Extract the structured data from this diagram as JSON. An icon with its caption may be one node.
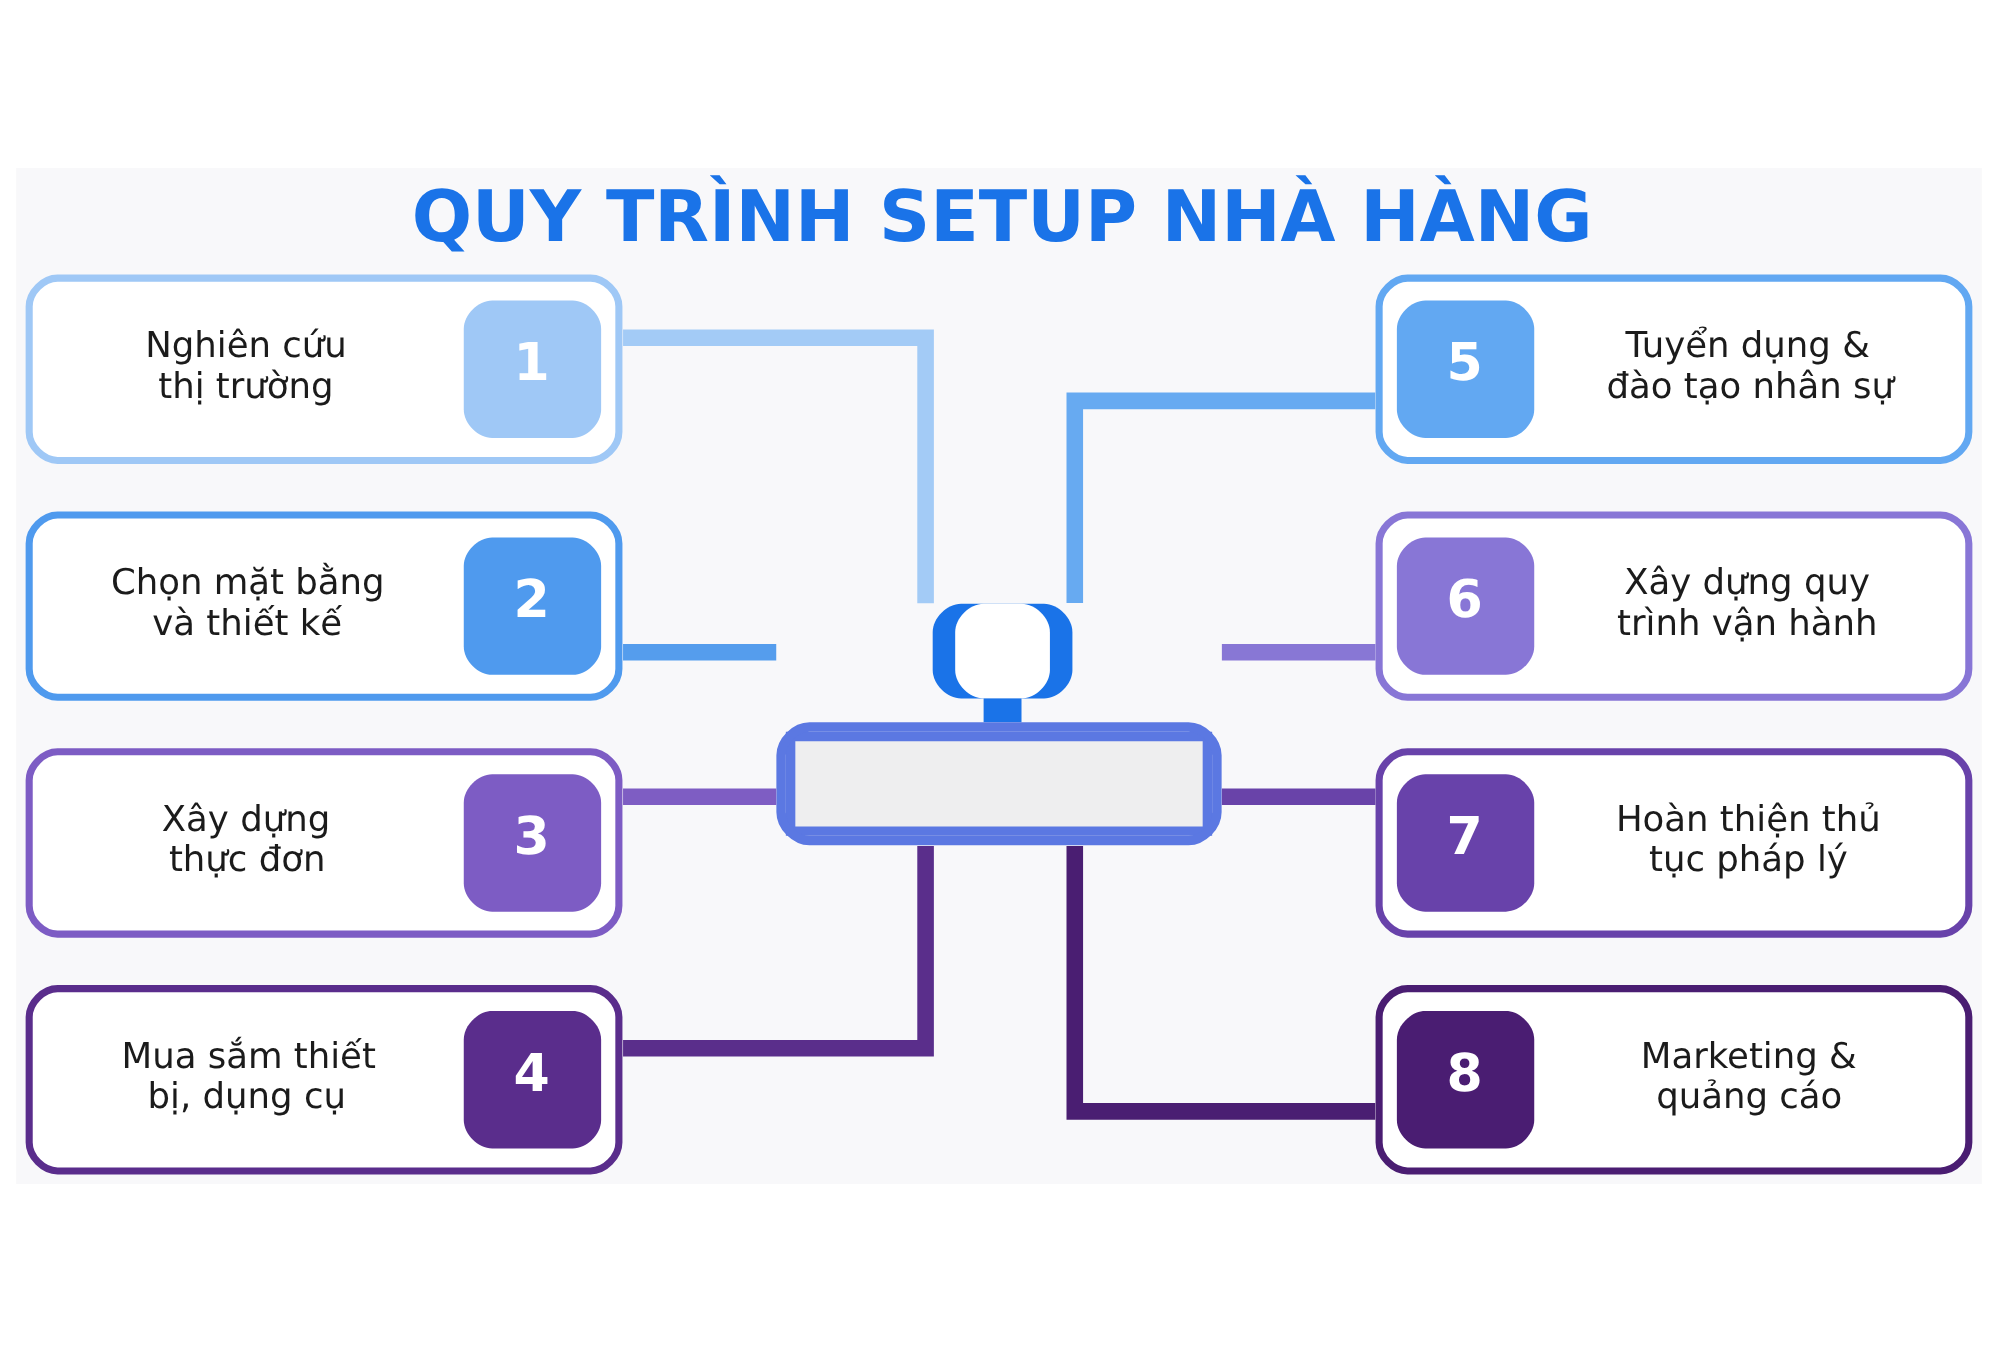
{
  "diagram": {
    "title": "QUY TRÌNH SETUP NHÀ HÀNG",
    "nodes": [
      {
        "text": [
          "Nghiên cứu thị trường",
          "1"
        ]
      },
      {
        "text": [
          "Chọn mặt bằng và thiết kế",
          "2"
        ]
      },
      {
        "text": [
          "Xây dựng thực đơn",
          "3"
        ]
      },
      {
        "text": [
          "Mua sắm thiết bị, dụng cụ",
          "4"
        ]
      },
      {
        "text": [],
        "shape": "picture"
      },
      {
        "text": [
          "5",
          "Tuyển dụng & đào tạo nhân sự"
        ]
      },
      {
        "text": [
          "6",
          "Xây dựng quy trình vận hành"
        ]
      },
      {
        "text": [
          "7",
          "Hoàn thiện thủ tục pháp lý"
        ]
      },
      {
        "text": [
          "8",
          "Marketing & quảng cáo"
        ]
      }
    ],
    "edges": [
      {
        "from": 0,
        "to": 4,
        "arrow": "none",
        "color": "#a3cbf6"
      },
      {
        "from": 1,
        "to": 4,
        "arrow": "none",
        "color": "#559ded"
      },
      {
        "from": 2,
        "to": 4,
        "arrow": "none",
        "color": "#7e5dc3"
      },
      {
        "from": 3,
        "to": 4,
        "arrow": "none",
        "color": "#5a2e8b"
      },
      {
        "from": 4,
        "to": 5,
        "arrow": "none",
        "color": "#67aaf1"
      },
      {
        "from": 4,
        "to": 6,
        "arrow": "none",
        "color": "#8877d5"
      },
      {
        "from": 4,
        "to": 7,
        "arrow": "none",
        "color": "#6943a9"
      },
      {
        "from": 4,
        "to": 8,
        "arrow": "none",
        "color": "#4a1e72"
      }
    ]
  }
}
